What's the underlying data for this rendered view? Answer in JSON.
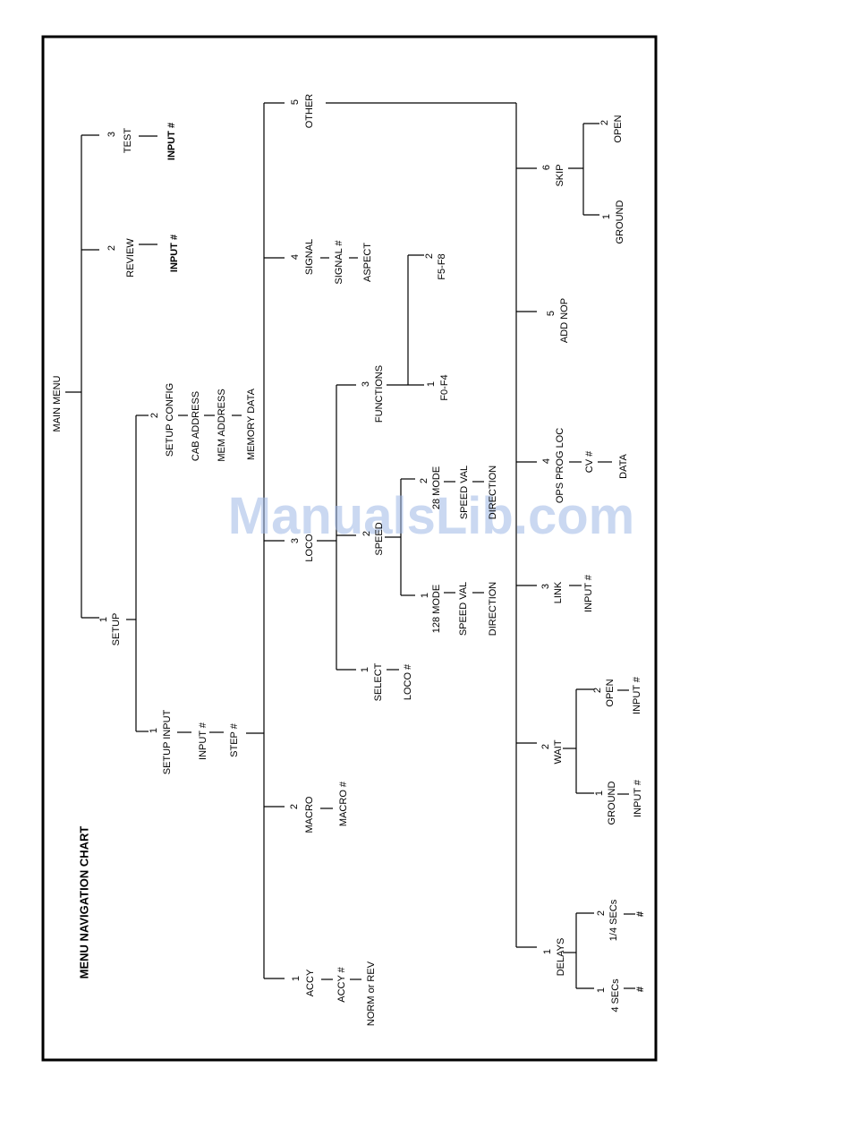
{
  "title": "MENU NAVIGATION CHART",
  "watermark": "ManualsLib.com",
  "colors": {
    "line": "#000000",
    "watermark": "#9fb8e6"
  },
  "nodes": {
    "main_menu": "MAIN MENU",
    "setup_num": "1",
    "setup": "SETUP",
    "setup_input_num": "1",
    "setup_input": "SETUP INPUT",
    "setup_input_value": "INPUT #",
    "step": "STEP #",
    "setup_config_num": "2",
    "setup_config": "SETUP CONFIG",
    "cab_address": "CAB ADDRESS",
    "mem_address": "MEM ADDRESS",
    "memory_data": "MEMORY DATA",
    "review_num": "2",
    "review": "REVIEW",
    "review_input": "INPUT #",
    "test_num": "3",
    "test": "TEST",
    "test_input": "INPUT #",
    "accy_num": "1",
    "accy": "ACCY",
    "accy_value": "ACCY #",
    "norm_or_rev": "NORM or REV",
    "macro_num": "2",
    "macro": "MACRO",
    "macro_value": "MACRO #",
    "loco_num": "3",
    "loco": "LOCO",
    "select_num": "1",
    "select": "SELECT",
    "loco_value": "LOCO #",
    "speed_num": "2",
    "speed": "SPEED",
    "mode128_num": "1",
    "mode128": "128 MODE",
    "speed_val_a": "SPEED VAL",
    "direction_a": "DIRECTION",
    "mode28_num": "2",
    "mode28": "28 MODE",
    "speed_val_b": "SPEED VAL",
    "direction_b": "DIRECTION",
    "functions_num": "3",
    "functions": "FUNCTIONS",
    "f0f4_num": "1",
    "f0f4": "F0-F4",
    "f5f8_num": "2",
    "f5f8": "F5-F8",
    "signal_num": "4",
    "signal": "SIGNAL",
    "signal_value": "SIGNAL #",
    "aspect": "ASPECT",
    "other_num": "5",
    "other": "OTHER",
    "delays_num": "1",
    "delays": "DELAYS",
    "four_secs_num": "1",
    "four_secs": "4 SECs",
    "four_secs_value": "#",
    "quarter_secs_num": "2",
    "quarter_secs": "1/4 SECs",
    "quarter_secs_value": "#",
    "wait_num": "2",
    "wait": "WAIT",
    "wait_ground_num": "1",
    "wait_ground": "GROUND",
    "wait_ground_input": "INPUT #",
    "wait_open_num": "2",
    "wait_open": "OPEN",
    "wait_open_input": "INPUT #",
    "link_num": "3",
    "link": "LINK",
    "link_input": "INPUT #",
    "ops_num": "4",
    "ops_prog_loc": "OPS PROG LOC",
    "cv": "CV #",
    "data": "DATA",
    "add_nop_num": "5",
    "add_nop": "ADD NOP",
    "skip_num": "6",
    "skip": "SKIP",
    "skip_ground_num": "1",
    "skip_ground": "GROUND",
    "skip_open_num": "2",
    "skip_open": "OPEN"
  }
}
